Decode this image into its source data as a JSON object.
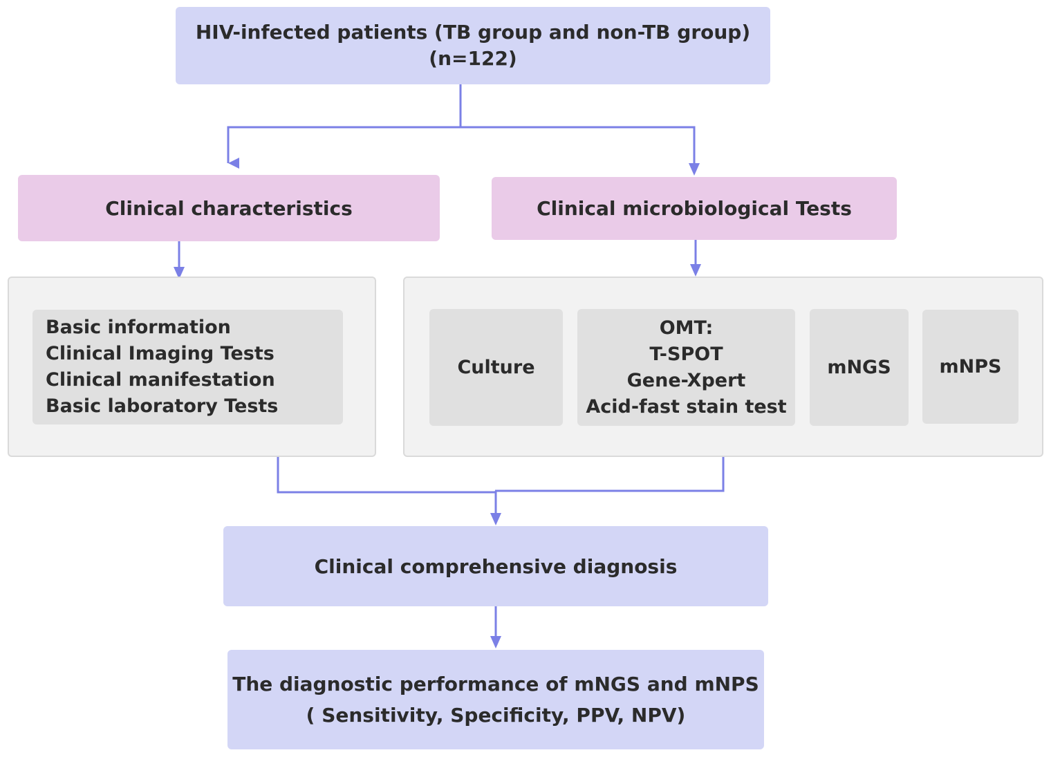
{
  "diagram": {
    "top": {
      "line1": "HIV-infected patients (TB group and non-TB group)",
      "line2": "(n=122)"
    },
    "left_branch": {
      "title": "Clinical characteristics",
      "items": [
        "Basic information",
        "Clinical Imaging Tests",
        "Clinical manifestation",
        "Basic laboratory Tests"
      ]
    },
    "right_branch": {
      "title": "Clinical microbiological Tests",
      "culture": "Culture",
      "omt": {
        "header": "OMT:",
        "items": [
          "T-SPOT",
          "Gene-Xpert",
          "Acid-fast stain test"
        ]
      },
      "mngs": "mNGS",
      "mnps": "mNPS"
    },
    "diagnosis": {
      "label": "Clinical comprehensive diagnosis"
    },
    "performance": {
      "line1": "The diagnostic performance of mNGS and mNPS",
      "line2": "( Sensitivity, Specificity, PPV, NPV)"
    }
  },
  "colors": {
    "blue_box": "#d3d6f6",
    "pink_box": "#eacbe8",
    "group_bg": "#f2f2f2",
    "chip_bg": "#e0e0e0",
    "connector": "#7b80e6"
  }
}
